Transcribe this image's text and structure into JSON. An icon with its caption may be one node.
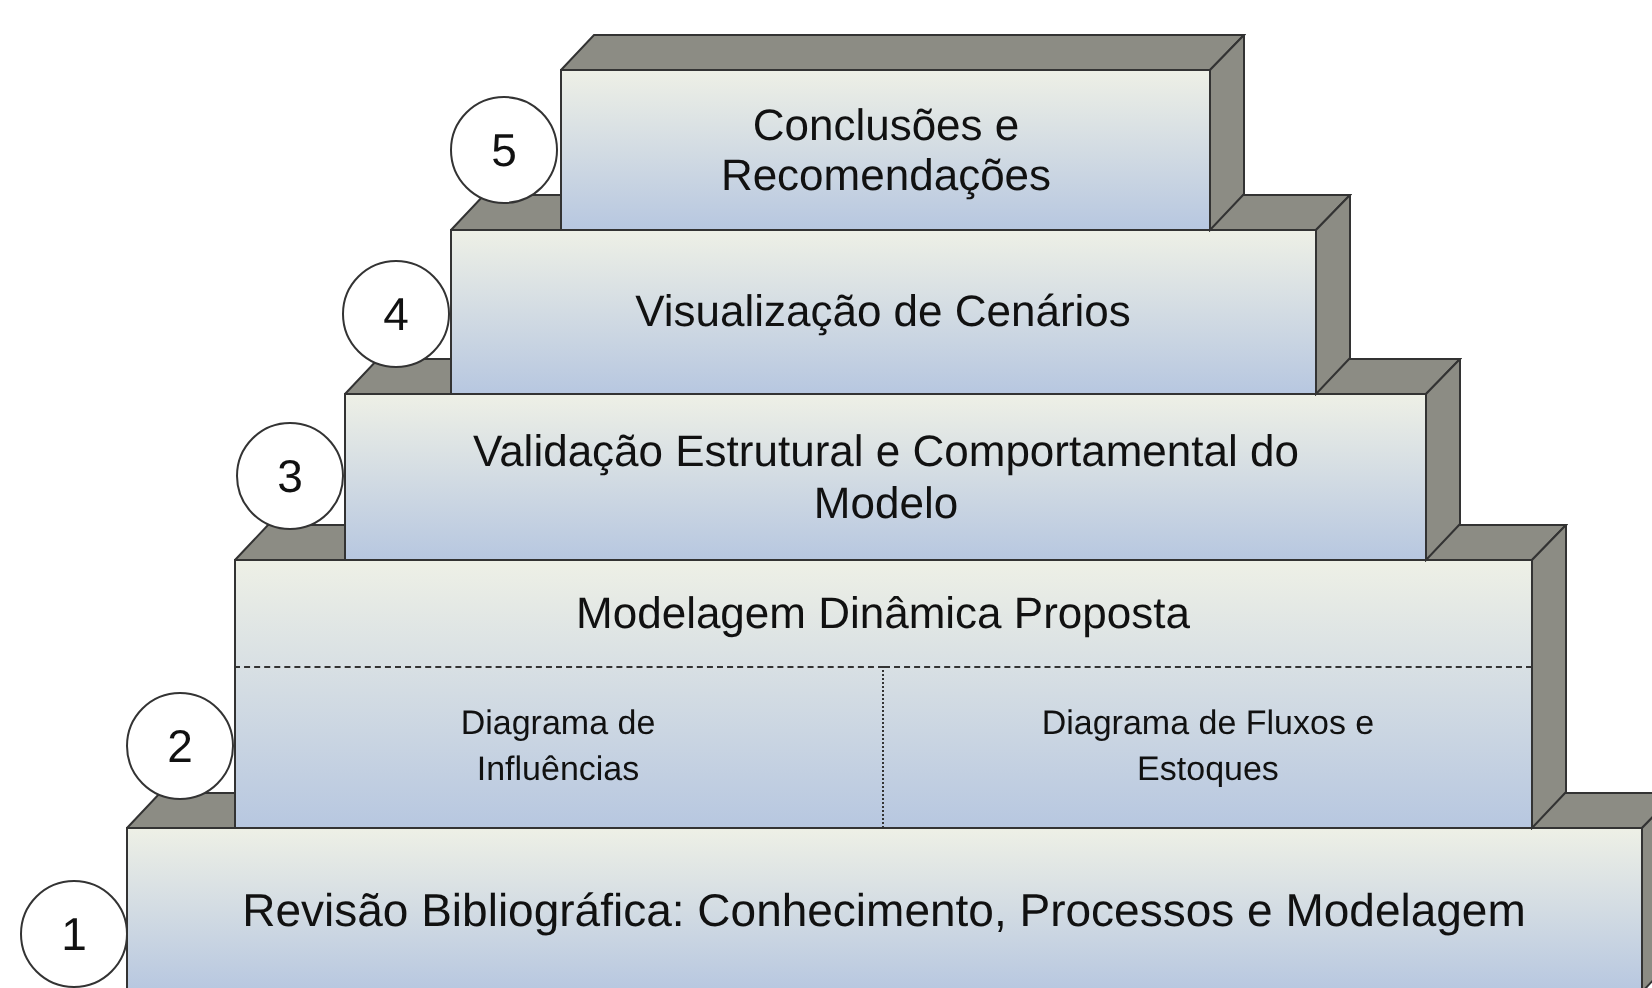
{
  "diagram": {
    "nodes": [
      {
        "text": [
          "5"
        ]
      },
      {
        "text": [
          "Conclusões e Recomendações"
        ]
      },
      {
        "text": [
          "4"
        ]
      },
      {
        "text": [
          "Visualização de Cenários"
        ]
      },
      {
        "text": [
          "3"
        ]
      },
      {
        "text": [
          "Validação Estrutural e Comportamental do Modelo"
        ]
      },
      {
        "text": [
          "2"
        ]
      },
      {
        "text": [
          "Modelagem Dinâmica Proposta"
        ]
      },
      {
        "text": [
          "Diagrama de Influências"
        ],
        "in": 7
      },
      {
        "text": [
          "Diagrama de Fluxos e Estoques"
        ],
        "in": 7
      },
      {
        "text": [
          "1"
        ]
      },
      {
        "text": [
          "Revisão Bibliográfica: Conhecimento, Processos e Modelagem"
        ]
      }
    ]
  }
}
